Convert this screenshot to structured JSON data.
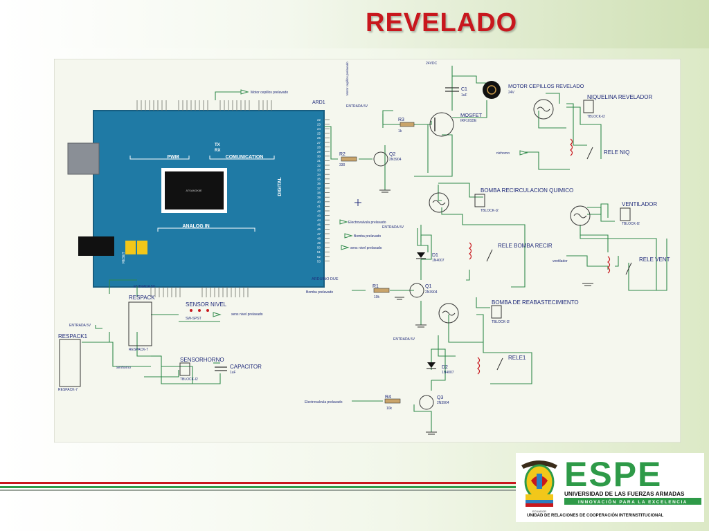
{
  "slide": {
    "title": "REVELADO"
  },
  "colors": {
    "title": "#c8171d",
    "wire": "#2f8a4a",
    "board": "#1f7aa5",
    "board_dark": "#175d80",
    "label": "#1f2a7a",
    "esp_green": "#2e9a48",
    "esp_red": "#c8171d"
  },
  "board": {
    "name": "ARD1",
    "caption": "ARDUINO DUE",
    "pwm": "PWM",
    "communication": "COMUNICATION",
    "analog": "ANALOG IN",
    "digital": "DIGITAL",
    "tx": "TX",
    "rx": "RX",
    "reset": "RESET",
    "pin_numbers": [
      "22",
      "23",
      "24",
      "25",
      "26",
      "27",
      "28",
      "29",
      "30",
      "31",
      "32",
      "33",
      "34",
      "35",
      "36",
      "37",
      "38",
      "39",
      "40",
      "41",
      "42",
      "43",
      "44",
      "45",
      "46",
      "47",
      "48",
      "49",
      "50",
      "51",
      "52",
      "53"
    ]
  },
  "net_labels": {
    "motor_cepillos": "Motor cepillos prelavado",
    "electrovalvula": "Electrovalvula prelavado",
    "bomba": "Bomba prelavado",
    "sens_nivel": "sens nivel prelavado",
    "entrada5v": "ENTRADA 5V",
    "v24": "24VDC",
    "nichorno": "nichorno",
    "ventilador": "ventilador",
    "senhorno": "senhorno"
  },
  "components": {
    "c1": "C1",
    "c1_val": "1uF",
    "motor": "MOTOR CEPILLOS REVELADO",
    "motor_val": "24V",
    "mosfet": "MOSFET",
    "mosfet_val": "IRF101DE",
    "r3": "R3",
    "r3_val": "1k",
    "r2": "R2",
    "r2_val": "330",
    "q2": "Q2",
    "q2_val": "2N3904",
    "niquelina": "NIQUELINA REVELADOR",
    "tblock": "TBLOCK-I2",
    "rele_niq": "RELE NIQ",
    "bomba_recirc": "BOMBA RECIRCULACION QUIMICO",
    "ventilador": "VENTILADOR",
    "rele_bomba": "RELE BOMBA RECIR",
    "rele_vent": "RELE VENT",
    "d1": "D1",
    "d1_val": "1N4007",
    "r1": "R1",
    "r1_val": "10k",
    "q1": "Q1",
    "q1_val": "2N3904",
    "bomba_reab": "BOMBA DE REABASTECIMIENTO",
    "d2": "D2",
    "d2_val": "1N4007",
    "rele1": "RELE1",
    "r4": "R4",
    "r4_val": "10k",
    "q3": "Q3",
    "q3_val": "2N3904",
    "respack": "RESPACK",
    "respack_val": "RESPACK-7",
    "respack1": "RESPACK1",
    "sensor_nivel": "SENSOR NIVEL",
    "sensor_val": "SW-SPST",
    "sensorhorno": "SENSORHORNO",
    "capacitor": "CAPACITOR",
    "cap_val": "1uF"
  },
  "logo": {
    "wordmark": "ESPE",
    "university": "UNIVERSIDAD DE LAS FUERZAS ARMADAS",
    "motto": "INNOVACIÓN PARA LA EXCELENCIA",
    "unit": "UNIDAD DE RELACIONES DE COOPERACIÓN INTERINSTITUCIONAL",
    "shield_caption": "ECUADOR"
  }
}
